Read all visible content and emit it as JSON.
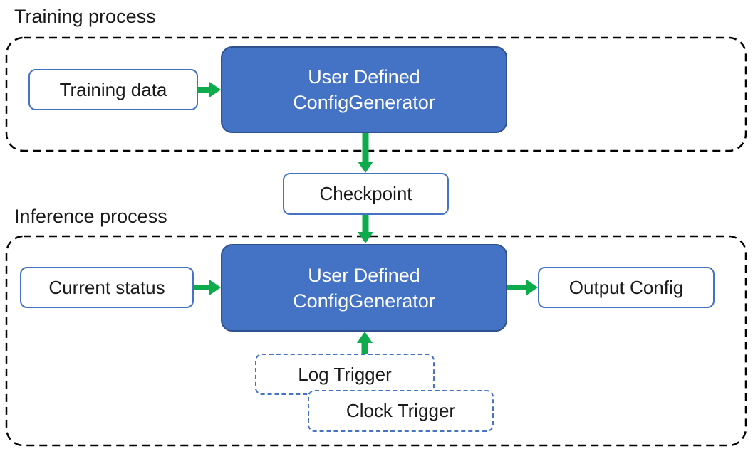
{
  "diagram": {
    "training": {
      "title": "Training process",
      "input_box": "Training data",
      "generator_line1": "User Defined",
      "generator_line2": "ConfigGenerator"
    },
    "checkpoint": "Checkpoint",
    "inference": {
      "title": "Inference process",
      "input_box": "Current status",
      "generator_line1": "User Defined",
      "generator_line2": "ConfigGenerator",
      "output_box": "Output Config",
      "log_trigger": "Log Trigger",
      "clock_trigger": "Clock Trigger"
    },
    "colors": {
      "generator_fill": "#4472C4",
      "generator_border": "#2F528F",
      "light_box_border": "#4472C4",
      "trigger_dash_border": "#4472C4",
      "arrow_green": "#0CAC4C",
      "container_dash": "#000000",
      "text": "#1a1a1a"
    },
    "connectors": [
      {
        "from": "Training data",
        "to": "User Defined ConfigGenerator (training)",
        "direction": "right"
      },
      {
        "from": "User Defined ConfigGenerator (training)",
        "to": "Checkpoint",
        "direction": "down"
      },
      {
        "from": "Checkpoint",
        "to": "User Defined ConfigGenerator (inference)",
        "direction": "down"
      },
      {
        "from": "Current status",
        "to": "User Defined ConfigGenerator (inference)",
        "direction": "right"
      },
      {
        "from": "User Defined ConfigGenerator (inference)",
        "to": "Output Config",
        "direction": "right"
      },
      {
        "from": "Log Trigger",
        "to": "User Defined ConfigGenerator (inference)",
        "direction": "up"
      }
    ]
  }
}
